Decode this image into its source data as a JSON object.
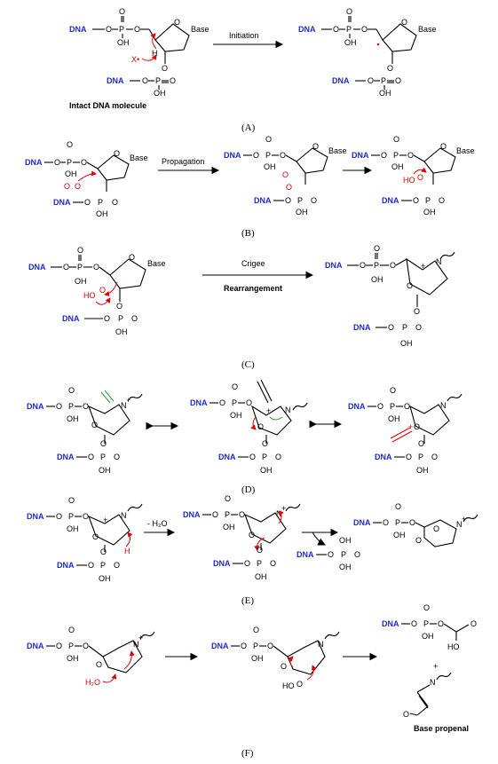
{
  "panels": [
    {
      "id": "A",
      "label": "(A)",
      "arrow": "Initiation",
      "caption": "Intact DNA molecule"
    },
    {
      "id": "B",
      "label": "(B)",
      "arrow": "Propagation"
    },
    {
      "id": "C",
      "label": "(C)",
      "arrow_top": "Crigee",
      "arrow_bottom": "Rearrangement"
    },
    {
      "id": "D",
      "label": "(D)"
    },
    {
      "id": "E",
      "label": "(E)",
      "arrow": "- H₂O"
    },
    {
      "id": "F",
      "label": "(F)",
      "plus": "+",
      "product": "Base propenal"
    }
  ],
  "atoms": {
    "dna": "DNA",
    "base": "Base",
    "p": "P",
    "o": "O",
    "oh": "OH",
    "ho": "HO",
    "n": "N",
    "h": "H",
    "x_radical": "X•",
    "h2o": "H₂O",
    "plus_charge": "+"
  }
}
